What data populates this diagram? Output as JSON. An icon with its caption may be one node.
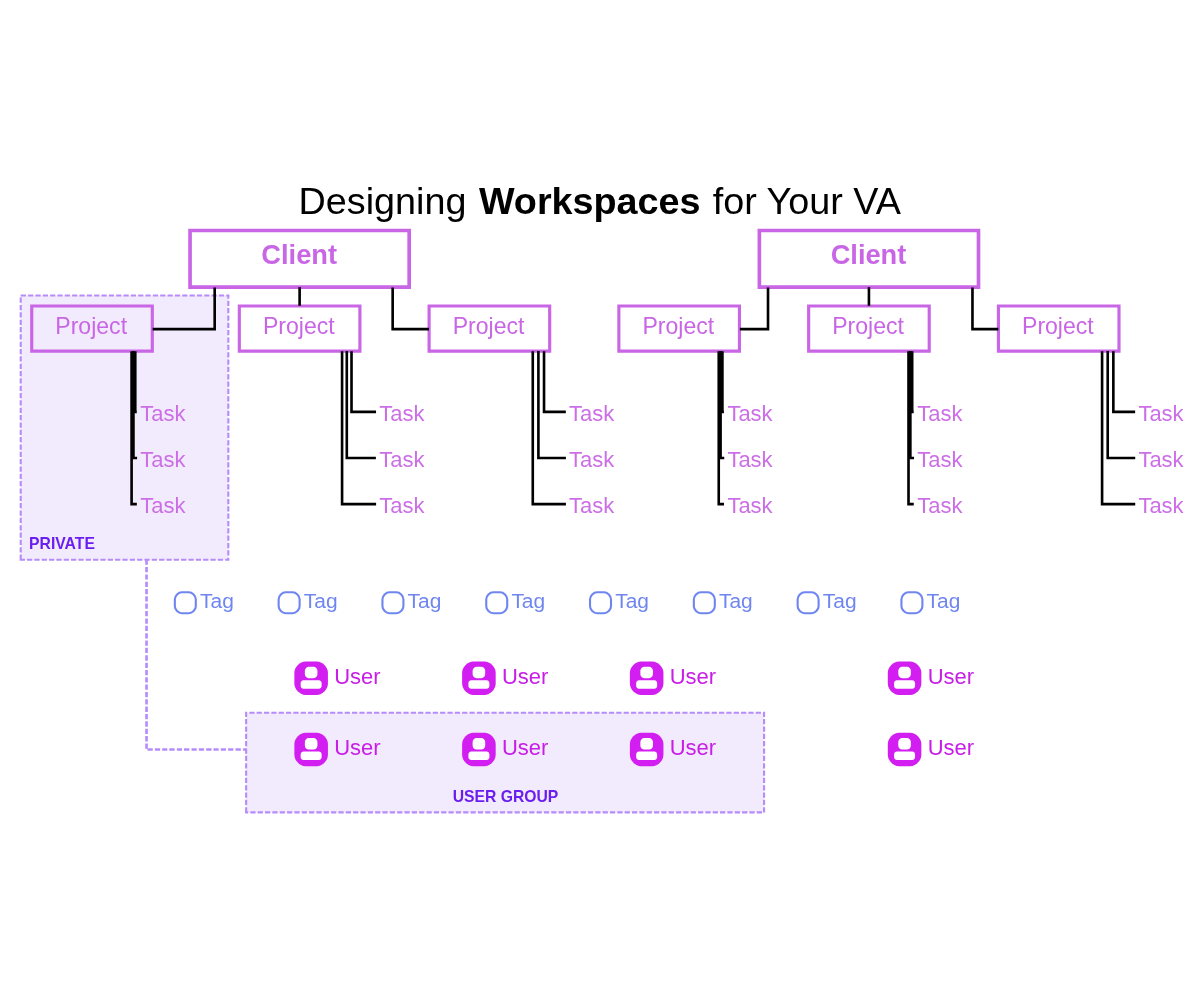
{
  "diagram": {
    "title": "Designing **Workspaces** for Your VA",
    "nodes": [
      {
        "text": [
          "Client"
        ]
      },
      {
        "text": [
          "Client"
        ]
      },
      {
        "text": [
          "PRIVATE"
        ]
      },
      {
        "text": [
          "Project"
        ],
        "in": 2
      },
      {
        "text": [
          "Project"
        ]
      },
      {
        "text": [
          "Project"
        ]
      },
      {
        "text": [
          "Project"
        ]
      },
      {
        "text": [
          "Project"
        ]
      },
      {
        "text": [
          "Project"
        ]
      },
      {
        "text": [
          "Task"
        ],
        "in": 2
      },
      {
        "text": [
          "Task"
        ],
        "in": 2
      },
      {
        "text": [
          "Task"
        ],
        "in": 2
      },
      {
        "text": [
          "Task"
        ]
      },
      {
        "text": [
          "Task"
        ]
      },
      {
        "text": [
          "Task"
        ]
      },
      {
        "text": [
          "Task"
        ]
      },
      {
        "text": [
          "Task"
        ]
      },
      {
        "text": [
          "Task"
        ]
      },
      {
        "text": [
          "Task"
        ]
      },
      {
        "text": [
          "Task"
        ]
      },
      {
        "text": [
          "Task"
        ]
      },
      {
        "text": [
          "Task"
        ]
      },
      {
        "text": [
          "Task"
        ]
      },
      {
        "text": [
          "Task"
        ]
      },
      {
        "text": [
          "Task"
        ]
      },
      {
        "text": [
          "Task"
        ]
      },
      {
        "text": [
          "Task"
        ]
      },
      {
        "text": [
          "User"
        ]
      },
      {
        "text": [
          "User"
        ]
      },
      {
        "text": [
          "User"
        ]
      },
      {
        "text": [
          "User"
        ]
      },
      {
        "text": [
          "USER GROUP"
        ]
      },
      {
        "text": [
          "User"
        ],
        "in": 31
      },
      {
        "text": [
          "User"
        ],
        "in": 31
      },
      {
        "text": [
          "User"
        ],
        "in": 31
      },
      {
        "text": [
          "User"
        ]
      }
    ],
    "edges": [
      {
        "from": 0,
        "to": 3,
        "arrow": "none"
      },
      {
        "from": 0,
        "to": 4,
        "arrow": "none"
      },
      {
        "from": 0,
        "to": 5,
        "arrow": "none"
      },
      {
        "from": 1,
        "to": 6,
        "arrow": "none"
      },
      {
        "from": 1,
        "to": 7,
        "arrow": "none"
      },
      {
        "from": 1,
        "to": 8,
        "arrow": "none"
      },
      {
        "from": 3,
        "to": 9,
        "arrow": "none"
      },
      {
        "from": 3,
        "to": 10,
        "arrow": "none"
      },
      {
        "from": 3,
        "to": 11,
        "arrow": "none"
      },
      {
        "from": 4,
        "to": 12,
        "arrow": "none"
      },
      {
        "from": 4,
        "to": 13,
        "arrow": "none"
      },
      {
        "from": 4,
        "to": 14,
        "arrow": "none"
      },
      {
        "from": 5,
        "to": 15,
        "arrow": "none"
      },
      {
        "from": 5,
        "to": 16,
        "arrow": "none"
      },
      {
        "from": 5,
        "to": 17,
        "arrow": "none"
      },
      {
        "from": 6,
        "to": 18,
        "arrow": "none"
      },
      {
        "from": 6,
        "to": 19,
        "arrow": "none"
      },
      {
        "from": 6,
        "to": 20,
        "arrow": "none"
      },
      {
        "from": 7,
        "to": 21,
        "arrow": "none"
      },
      {
        "from": 7,
        "to": 22,
        "arrow": "none"
      },
      {
        "from": 7,
        "to": 23,
        "arrow": "none"
      },
      {
        "from": 8,
        "to": 24,
        "arrow": "none"
      },
      {
        "from": 8,
        "to": 25,
        "arrow": "none"
      },
      {
        "from": 8,
        "to": 26,
        "arrow": "none"
      },
      {
        "from": 2,
        "to": 31,
        "arrow": "none",
        "style": "dashed",
        "color": "#b58cfa"
      }
    ],
    "labels": [
      "Tag",
      "Tag",
      "Tag",
      "Tag",
      "Tag",
      "Tag",
      "Tag",
      "Tag"
    ]
  }
}
